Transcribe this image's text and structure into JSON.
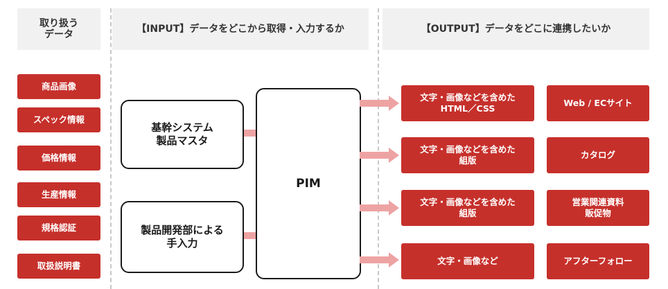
{
  "header": {
    "col1": "取り扱う\nデータ",
    "col2": "【INPUT】データをどこから取得・入力するか",
    "col3": "【OUTPUT】データをどこに連携したいか"
  },
  "data_types": [
    "商品画像",
    "スペック情報",
    "価格情報",
    "生産情報",
    "規格認証",
    "取扱説明書"
  ],
  "inputs": [
    "基幹システム\n製品マスタ",
    "製品開発部による\n手入力"
  ],
  "hub": "PIM",
  "outputs": [
    {
      "content": "文字・画像などを含めた\nHTML／CSS",
      "target": "Web / ECサイト"
    },
    {
      "content": "文字・画像などを含めた\n組版",
      "target": "カタログ"
    },
    {
      "content": "文字・画像などを含めた\n組版",
      "target": "営業関連資料\n販促物"
    },
    {
      "content": "文字・画像など",
      "target": "アフターフォロー"
    }
  ],
  "colors": {
    "accent_red": "#c6302b",
    "arrow_pink": "#eea3a3",
    "header_bg": "#f1f1f1"
  }
}
